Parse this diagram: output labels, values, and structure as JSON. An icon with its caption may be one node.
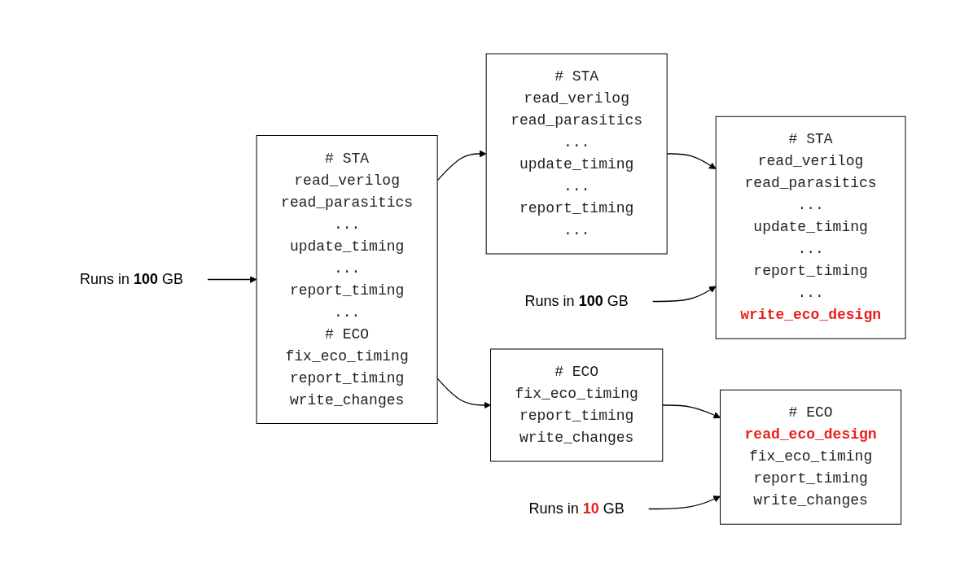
{
  "diagram": {
    "nodes": [
      {
        "text": [
          "Runs in **100** GB"
        ]
      },
      {
        "text": [
          "# STA",
          "read_verilog",
          "read_parasitics",
          "...",
          "update_timing",
          "...",
          "report_timing",
          "...",
          "# ECO",
          "fix_eco_timing",
          "report_timing",
          "write_changes"
        ]
      },
      {
        "text": [
          "# STA",
          "read_verilog",
          "read_parasitics",
          "...",
          "update_timing",
          "...",
          "report_timing",
          "..."
        ]
      },
      {
        "text": [
          "# STA",
          "read_verilog",
          "read_parasitics",
          "...",
          "update_timing",
          "...",
          "report_timing",
          "...",
          "**write_eco_design**"
        ]
      },
      {
        "text": [
          "# ECO",
          "fix_eco_timing",
          "report_timing",
          "write_changes"
        ]
      },
      {
        "text": [
          "# ECO",
          "**read_eco_design**",
          "fix_eco_timing",
          "report_timing",
          "write_changes"
        ]
      },
      {
        "text": [
          "Runs in **100** GB"
        ]
      },
      {
        "text": [
          "Runs in **10** GB"
        ]
      }
    ],
    "edges": [
      {
        "from": 0,
        "to": 1,
        "arrow": "to"
      },
      {
        "from": 1,
        "to": 2,
        "arrow": "to"
      },
      {
        "from": 2,
        "to": 3,
        "arrow": "to"
      },
      {
        "from": 6,
        "to": 3,
        "arrow": "to"
      },
      {
        "from": 1,
        "to": 4,
        "arrow": "to"
      },
      {
        "from": 4,
        "to": 5,
        "arrow": "to"
      },
      {
        "from": 7,
        "to": 5,
        "arrow": "to"
      }
    ]
  }
}
